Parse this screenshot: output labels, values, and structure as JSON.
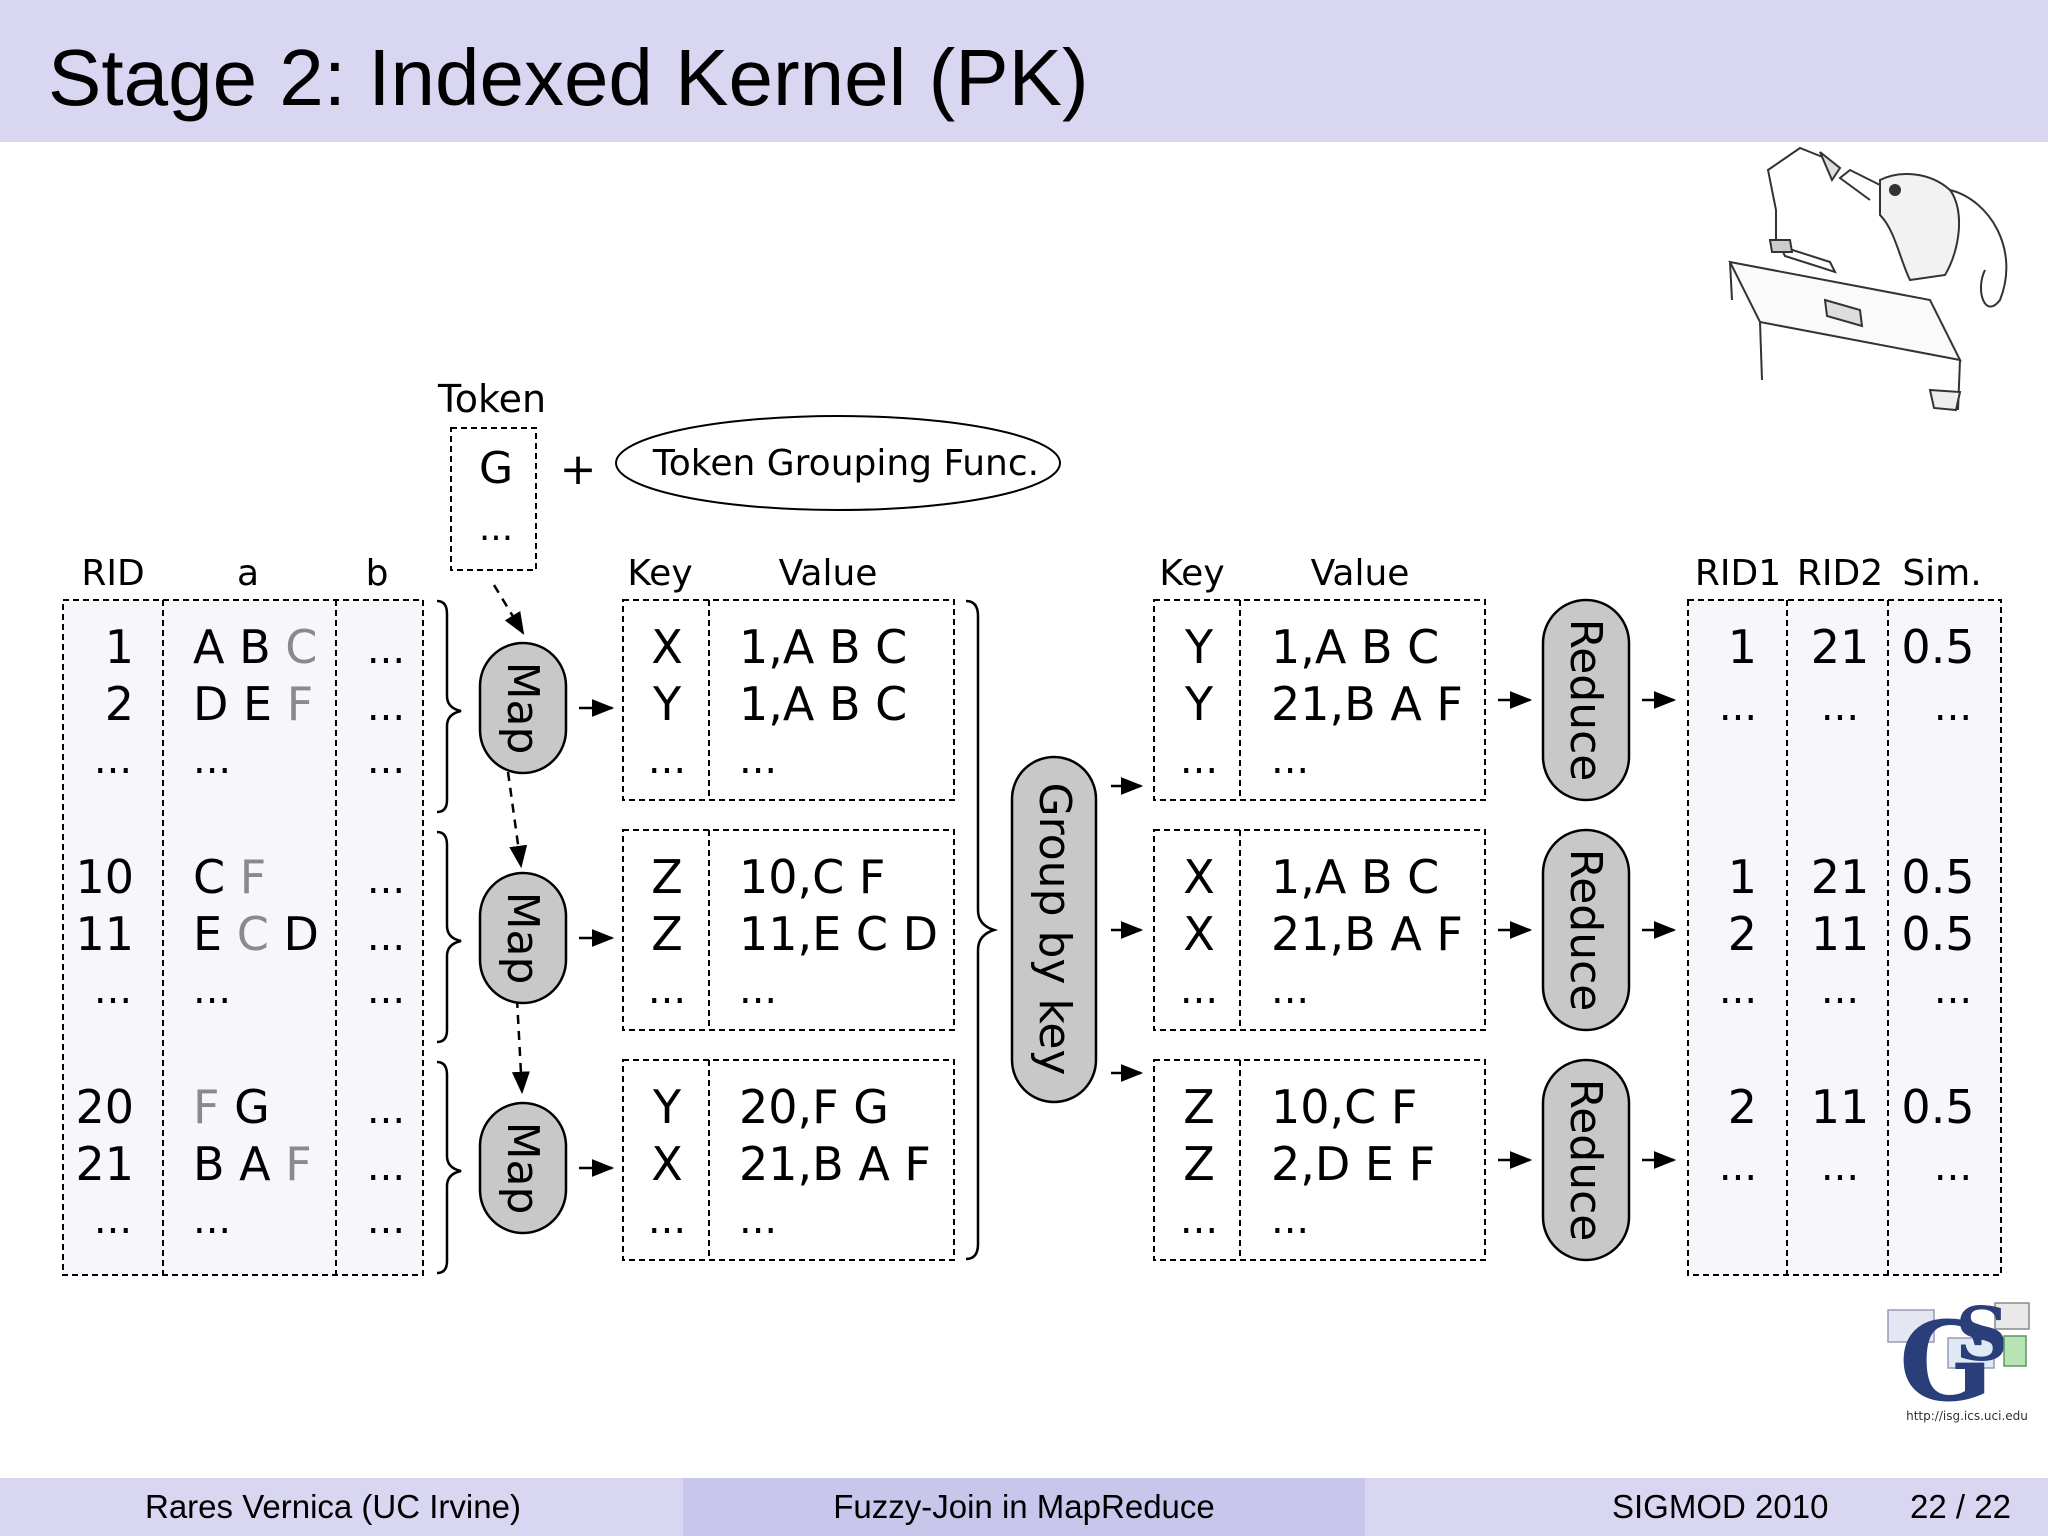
{
  "title": "Stage 2: Indexed Kernel (PK)",
  "token_box": {
    "label": "Token",
    "token": "G",
    "ellipsis": "...",
    "plus": "+",
    "grouping_func": "Token Grouping Func."
  },
  "input_table": {
    "headers": [
      "RID",
      "a",
      "b"
    ],
    "blocks": [
      {
        "rows": [
          {
            "rid": "1",
            "a": [
              [
                "A",
                0
              ],
              [
                "B",
                0
              ],
              [
                "C",
                1
              ]
            ],
            "b": "..."
          },
          {
            "rid": "2",
            "a": [
              [
                "D",
                0
              ],
              [
                "E",
                0
              ],
              [
                "F",
                1
              ]
            ],
            "b": "..."
          },
          {
            "rid": "...",
            "a": [
              [
                "...",
                0
              ]
            ],
            "b": "..."
          }
        ]
      },
      {
        "rows": [
          {
            "rid": "10",
            "a": [
              [
                "C",
                0
              ],
              [
                "F",
                1
              ]
            ],
            "b": "..."
          },
          {
            "rid": "11",
            "a": [
              [
                "E",
                0
              ],
              [
                "C",
                1
              ],
              [
                "D",
                0
              ]
            ],
            "b": "..."
          },
          {
            "rid": "...",
            "a": [
              [
                "...",
                0
              ]
            ],
            "b": "..."
          }
        ]
      },
      {
        "rows": [
          {
            "rid": "20",
            "a": [
              [
                "F",
                1
              ],
              [
                "G",
                0
              ]
            ],
            "b": "..."
          },
          {
            "rid": "21",
            "a": [
              [
                "B",
                0
              ],
              [
                "A",
                0
              ],
              [
                "F",
                1
              ]
            ],
            "b": "..."
          },
          {
            "rid": "...",
            "a": [
              [
                "...",
                0
              ]
            ],
            "b": "..."
          }
        ]
      }
    ]
  },
  "map_label": "Map",
  "map_output": {
    "headers": [
      "Key",
      "Value"
    ],
    "blocks": [
      [
        [
          "X",
          "1,A B C"
        ],
        [
          "Y",
          "1,A B C"
        ],
        [
          "...",
          "..."
        ]
      ],
      [
        [
          "Z",
          "10,C F"
        ],
        [
          "Z",
          "11,E C D"
        ],
        [
          "...",
          "..."
        ]
      ],
      [
        [
          "Y",
          "20,F G"
        ],
        [
          "X",
          "21,B A F"
        ],
        [
          "...",
          "..."
        ]
      ]
    ]
  },
  "group_label": "Group by key",
  "reduce_input": {
    "headers": [
      "Key",
      "Value"
    ],
    "blocks": [
      [
        [
          "Y",
          "1,A B C"
        ],
        [
          "Y",
          "21,B A F"
        ],
        [
          "...",
          "..."
        ]
      ],
      [
        [
          "X",
          "1,A B C"
        ],
        [
          "X",
          "21,B A F"
        ],
        [
          "...",
          "..."
        ]
      ],
      [
        [
          "Z",
          "10,C F"
        ],
        [
          "Z",
          "2,D E F"
        ],
        [
          "...",
          "..."
        ]
      ]
    ]
  },
  "reduce_label": "Reduce",
  "output_table": {
    "headers": [
      "RID1",
      "RID2",
      "Sim."
    ],
    "blocks": [
      [
        [
          "1",
          "21",
          "0.5"
        ],
        [
          "...",
          "...",
          "..."
        ]
      ],
      [
        [
          "1",
          "21",
          "0.5"
        ],
        [
          "2",
          "11",
          "0.5"
        ],
        [
          "...",
          "...",
          "..."
        ]
      ],
      [
        [
          "2",
          "11",
          "0.5"
        ],
        [
          "...",
          "...",
          "..."
        ]
      ]
    ]
  },
  "logo_url": "http://isg.ics.uci.edu",
  "footer": {
    "author": "Rares Vernica  (UC Irvine)",
    "talk": "Fuzzy-Join in MapReduce",
    "venue": "SIGMOD 2010",
    "page": "22 / 22"
  },
  "colors": {
    "header_bg": "#d8d6f0",
    "footer_mid": "#c9c6ec",
    "pill_fill": "#c8c8c8",
    "table_fill": "#f7f6fb",
    "gray_text": "#8a8a8a"
  }
}
